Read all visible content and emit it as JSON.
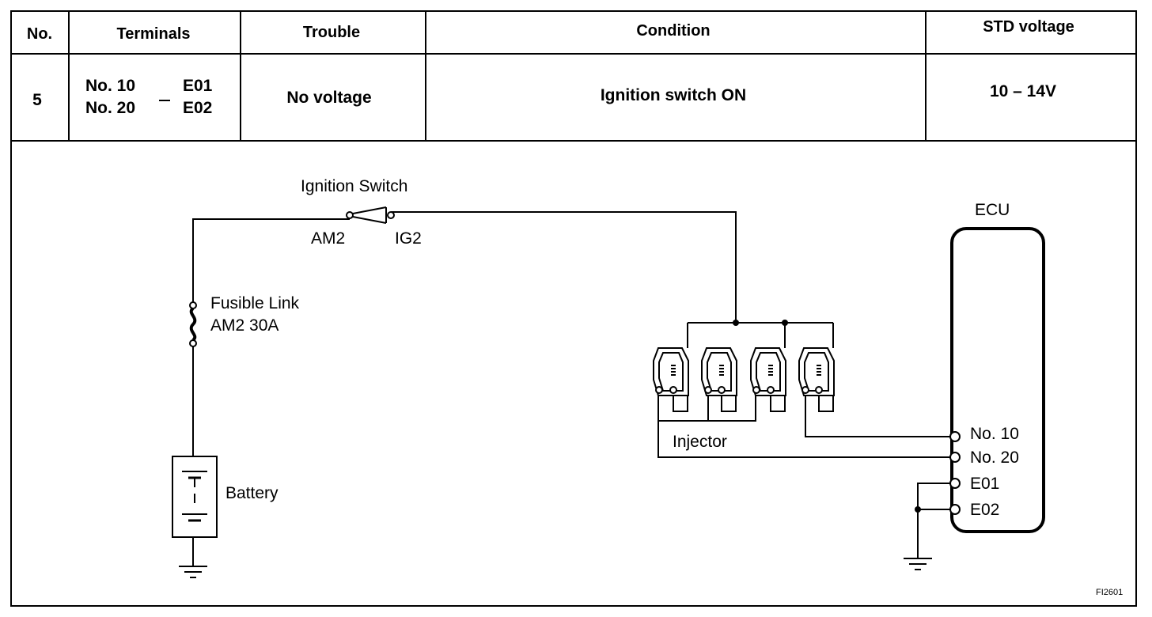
{
  "table": {
    "headers": {
      "no": "No.",
      "terminals": "Terminals",
      "trouble": "Trouble",
      "condition": "Condition",
      "std_voltage": "STD voltage"
    },
    "row": {
      "no": "5",
      "terminals_line1_left": "No. 10",
      "terminals_line1_right": "E01",
      "terminals_line2_left": "No. 20",
      "terminals_line2_right": "E02",
      "trouble": "No voltage",
      "condition": "Ignition switch ON",
      "std_voltage": "10 – 14V"
    }
  },
  "diagram": {
    "ignition_switch": "Ignition Switch",
    "am2": "AM2",
    "ig2": "IG2",
    "fusible_link_line1": "Fusible Link",
    "fusible_link_line2": "AM2  30A",
    "battery": "Battery",
    "injector": "Injector",
    "ecu": "ECU",
    "ecu_pins": [
      "No. 10",
      "No. 20",
      "E01",
      "E02"
    ],
    "figure_id": "FI2601"
  }
}
